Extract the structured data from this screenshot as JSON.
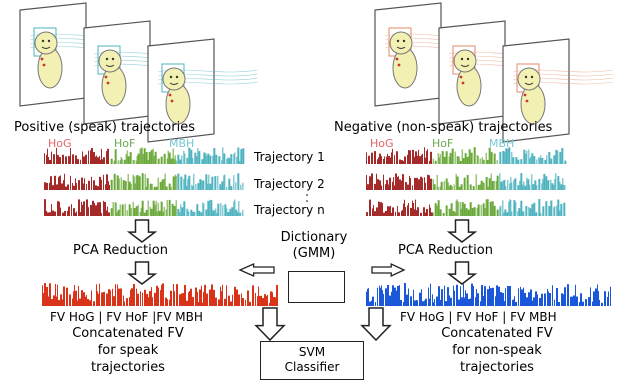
{
  "positive": {
    "title": "Positive (speak) trajectories",
    "features": [
      "HoG",
      "HoF",
      "MBH"
    ],
    "pca": "PCA Reduction",
    "fv_line": "FV HoG | FV HoF |FV MBH",
    "concat_1": "Concatenated FV",
    "concat_2": "for speak",
    "concat_3": "trajectories"
  },
  "negative": {
    "title": "Negative (non-speak) trajectories",
    "features": [
      "HoG",
      "HoF",
      "MBH"
    ],
    "pca": "PCA Reduction",
    "fv_line": "FV HoG | FV HoF | FV MBH",
    "concat_1": "Concatenated FV",
    "concat_2": "for non-speak",
    "concat_3": "trajectories"
  },
  "trajectories": [
    "Trajectory 1",
    "Trajectory 2",
    "Trajectory n"
  ],
  "dictionary": {
    "line1": "Dictionary",
    "line2": "(GMM)"
  },
  "classifier": {
    "line1": "SVM",
    "line2": "Classifier"
  },
  "colors": {
    "hog": "#a52a2a",
    "hof": "#6aa83a",
    "mbh": "#4fb3bf",
    "fv_positive": "#d9331a",
    "fv_negative": "#1a57d9",
    "hog_label": "#e06666",
    "hof_label": "#6aa84f",
    "mbh_label": "#76c7d4"
  }
}
